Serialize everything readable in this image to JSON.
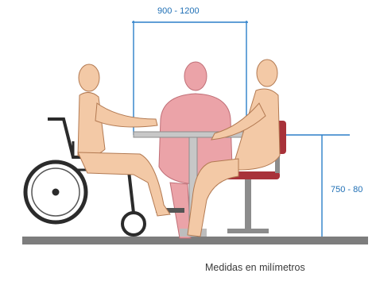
{
  "dimensions": {
    "table_width": "900 - 1200",
    "table_height": "750 - 80"
  },
  "caption": "Medidas en milímetros",
  "colors": {
    "dimension_line": "#2c7fc9",
    "figure_skin": "#f3c9a6",
    "figure_outline": "#b37a52",
    "center_figure": "#eba3a8",
    "floor": "#7d7d7d",
    "table": "#c7c7c7",
    "chair_seat": "#a8323a",
    "wheelchair": "#2b2b2b"
  }
}
